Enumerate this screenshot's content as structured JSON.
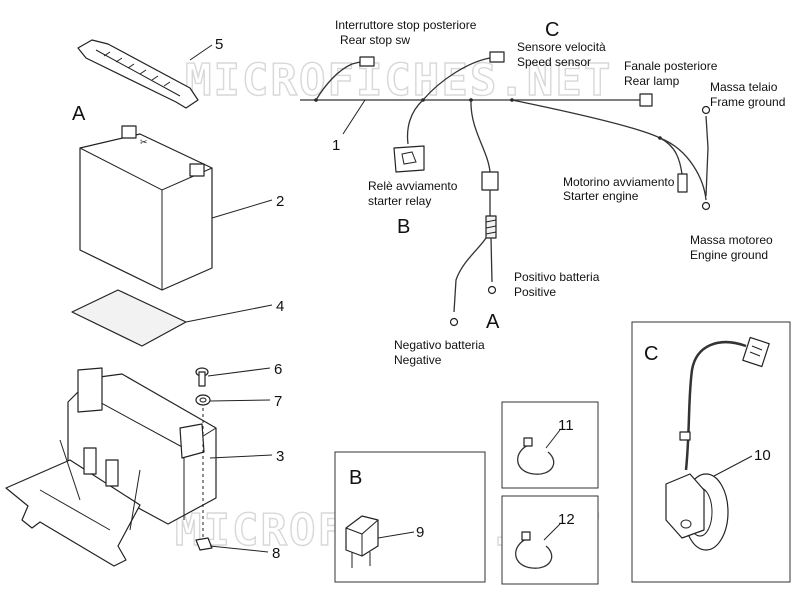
{
  "watermark": "MICROFICHES.NET",
  "sections": {
    "a": "A",
    "b": "B",
    "c": "C"
  },
  "wiring_labels": {
    "rear_stop_it": "Interruttore stop posteriore",
    "rear_stop_en": "Rear stop sw",
    "speed_it": "Sensore velocità",
    "speed_en": "Speed sensor",
    "rear_lamp_it": "Fanale posteriore",
    "rear_lamp_en": "Rear lamp",
    "frame_ground_it": "Massa telaio",
    "frame_ground_en": "Frame ground",
    "starter_relay_it": "Relè avviamento",
    "starter_relay_en": "starter relay",
    "starter_engine_it": "Motorino avviamento",
    "starter_engine_en": "Starter engine",
    "engine_ground_it": "Massa motoreo",
    "engine_ground_en": "Engine ground",
    "positive_it": "Positivo batteria",
    "positive_en": "Positive",
    "negative_it": "Negativo batteria",
    "negative_en": "Negative"
  },
  "part_numbers": {
    "p1": "1",
    "p2": "2",
    "p3": "3",
    "p4": "4",
    "p5": "5",
    "p6": "6",
    "p7": "7",
    "p8": "8",
    "p9": "9",
    "p10": "10",
    "p11": "11",
    "p12": "12"
  }
}
